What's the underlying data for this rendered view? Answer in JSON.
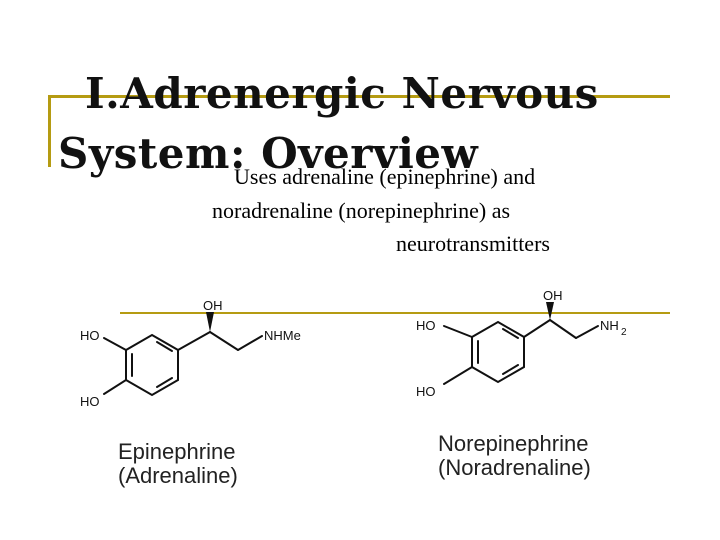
{
  "slide": {
    "title_line1": "I.Adrenergic Nervous",
    "title_line2": "System: Overview",
    "body_line1": "Uses adrenaline (epinephrine) and",
    "body_line2": "noradrenaline (norepinephrine) as",
    "body_line3": "neurotransmitters"
  },
  "molecules": {
    "epinephrine": {
      "oh_label": "OH",
      "ho_top_label": "HO",
      "ho_bottom_label": "HO",
      "amine_label": "NHMe",
      "caption_line1": "Epinephrine",
      "caption_line2": "(Adrenaline)"
    },
    "norepinephrine": {
      "oh_label": "OH",
      "ho_top_label": "HO",
      "ho_bottom_label": "HO",
      "amine_label": "NH",
      "amine_subscript": "2",
      "caption_line1": "Norepinephrine",
      "caption_line2": "(Noradrenaline)"
    }
  },
  "colors": {
    "accent_rule": "#b59b12"
  }
}
